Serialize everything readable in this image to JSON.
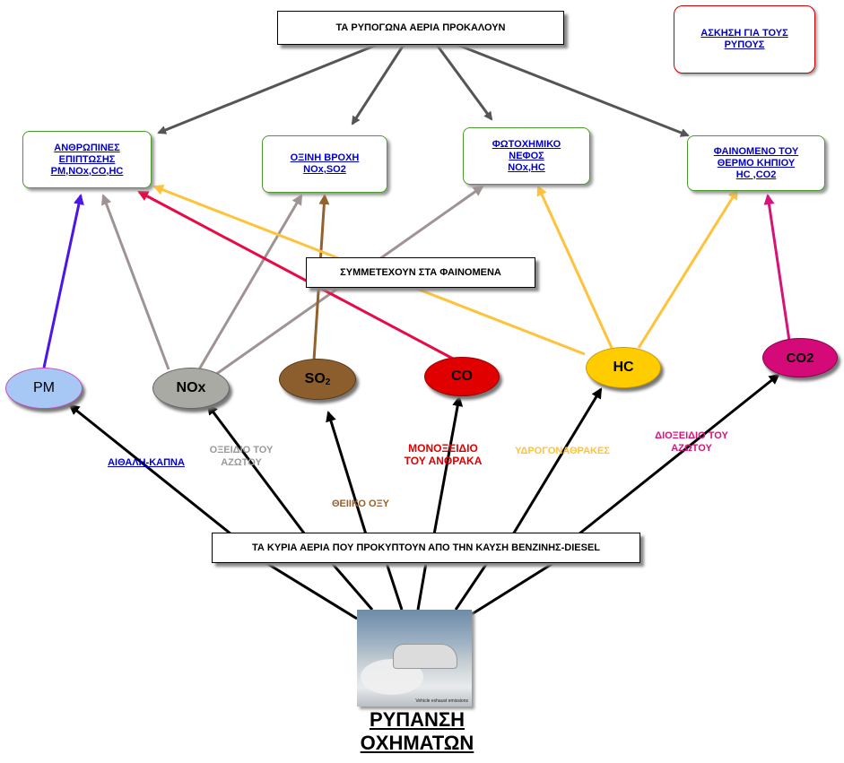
{
  "top_box": "ΤΑ ΡΥΠΟΓΩΝΑ ΑΕΡΙΑ ΠΡΟΚΑΛΟΥΝ",
  "exercise_link": [
    "ΑΣΚΗΣΗ ΓΙΑ ΤΟΥΣ",
    "ΡΥΠΟΥΣ"
  ],
  "effects": {
    "human": [
      "ΑΝΘΡΩΠΙΝΕΣ",
      "ΕΠΙΠΤΩΣΗΣ",
      "PM,NOx,CO,HC"
    ],
    "acid": [
      "ΟΞΙΝΗ ΒΡΟΧΗ",
      "NOx,SO2"
    ],
    "smog": [
      "ΦΩΤΟΧΗΜΙΚΟ",
      "ΝΕΦΟΣ",
      "NOx,HC"
    ],
    "greenhouse": [
      "ΦΑΙΝΟΜΕΝΟ ΤΟΥ",
      "ΘΕΡΜΟ ΚΗΠΙΟΥ",
      "HC ,CO2"
    ]
  },
  "middle_box": "ΣΥΜΜΕΤΕΧΟΥΝ ΣΤΑ ΦΑΙΝΟΜΕΝΑ",
  "gases": {
    "pm": "PM",
    "nox": "NOx",
    "so2": "SO",
    "so2_sub": "2",
    "co": "CO",
    "hc": "HC",
    "co2": "CO2"
  },
  "gas_names": {
    "pm": "ΑΙΘΑΛΗ-ΚΑΠΝΑ",
    "nox": [
      "ΟΞΕΙΔΙΟ ΤΟΥ",
      "ΑΖΩΤΟΥ"
    ],
    "so2": "ΘΕΙΙΚΟ ΟΞΥ",
    "co": [
      "ΜΟΝΟΞΕΙΔΙΟ",
      "ΤΟΥ ΑΝΘΡΑΚΑ"
    ],
    "hc": "ΥΔΡΟΓΟΝΑΘΡΑΚΕΣ",
    "co2": [
      "ΔΙΟΞΕΙΔΙΟ ΤΟΥ",
      "ΑΖΩΤΟΥ"
    ]
  },
  "bottom_box": "ΤΑ ΚΥΡΙΑ ΑΕΡΙΑ ΠΟΥ ΠΡΟΚΥΠΤΟΥΝ ΑΠΟ ΤΗΝ ΚΑΥΣΗ BENZINHΣ-DIESEL",
  "photo_caption": "Vehicle exhaust emissions",
  "title": [
    "ΡΥΠΑΝΣΗ",
    "ΟΧΗΜΑΤΩΝ"
  ],
  "colors": {
    "pm_fill": "#a7c8f5",
    "pm_line": "#4b16e8",
    "nox_fill": "#a9aaa3",
    "nox_line": "#a09393",
    "so2_fill": "#8c5e2d",
    "so2_line": "#93612d",
    "co_fill": "#e00000",
    "co_line": "#e60a46",
    "hc_fill": "#ffcc00",
    "hc_line": "#ffc23a",
    "co2_fill": "#d40a78",
    "co2_line": "#d4147a"
  }
}
